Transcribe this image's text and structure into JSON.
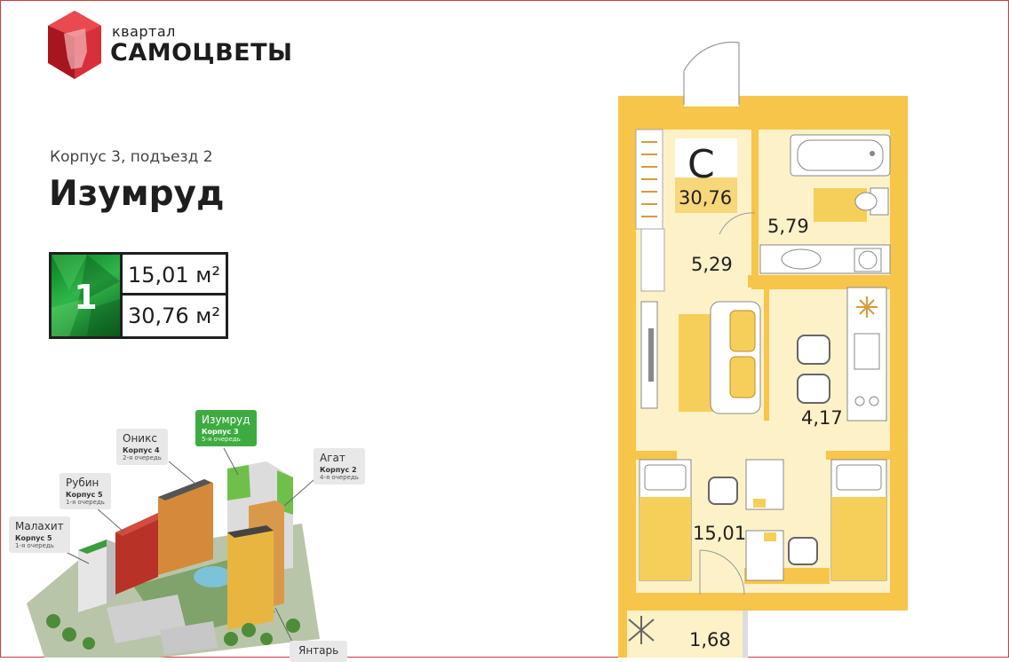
{
  "logo": {
    "line1": "квартал",
    "line2": "САМОЦВЕТЫ"
  },
  "building": "Корпус 3, подъезд 2",
  "title": "Изумруд",
  "badge": {
    "rooms": "1",
    "living_area": "15,01 м²",
    "total_area": "30,76 м²"
  },
  "callouts": [
    {
      "name": "Изумруд",
      "korpus": "Корпус 3",
      "queue": "5-я очередь",
      "highlight": true
    },
    {
      "name": "Оникс",
      "korpus": "Корпус 4",
      "queue": "2-я очередь",
      "highlight": false
    },
    {
      "name": "Агат",
      "korpus": "Корпус 2",
      "queue": "4-я очередь",
      "highlight": false
    },
    {
      "name": "Рубин",
      "korpus": "Корпус 5",
      "queue": "1-я очередь",
      "highlight": false
    },
    {
      "name": "Малахит",
      "korpus": "Корпус 5",
      "queue": "1-я очередь",
      "highlight": false
    },
    {
      "name": "Янтарь",
      "korpus": "",
      "queue": "",
      "highlight": false
    }
  ],
  "plan": {
    "type_letter": "С",
    "total": "30,76",
    "rooms": {
      "hall": "5,29",
      "bath": "5,79",
      "kitchen": "4,17",
      "living": "15,01",
      "balcony": "1,68"
    }
  },
  "colors": {
    "wall": "#f6c54a",
    "floor": "#fdf1c8",
    "furniture": "#f6cf5a",
    "brand_red": "#d42a2a",
    "green": "#3eab41"
  }
}
